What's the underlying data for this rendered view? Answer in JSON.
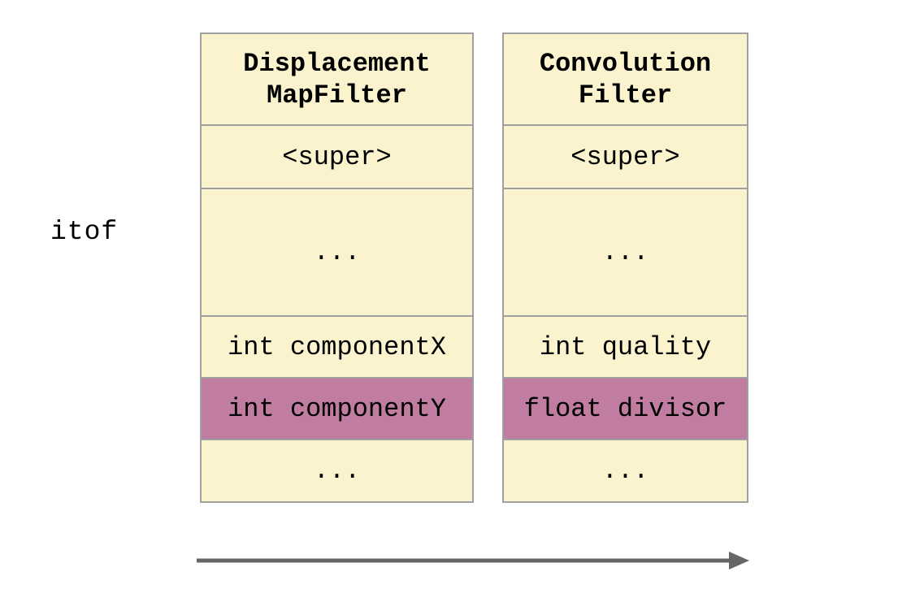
{
  "label": {
    "text": "itof"
  },
  "tables": [
    {
      "title_lines": [
        "Displacement",
        "MapFilter"
      ],
      "rows": [
        {
          "text": "<super>",
          "highlighted": false
        },
        {
          "text": "...",
          "highlighted": false
        },
        {
          "text": "int componentX",
          "highlighted": false
        },
        {
          "text": "int componentY",
          "highlighted": true
        },
        {
          "text": "...",
          "highlighted": false
        }
      ]
    },
    {
      "title_lines": [
        "Convolution",
        "Filter"
      ],
      "rows": [
        {
          "text": "<super>",
          "highlighted": false
        },
        {
          "text": "...",
          "highlighted": false
        },
        {
          "text": "int quality",
          "highlighted": false
        },
        {
          "text": "float divisor",
          "highlighted": true
        },
        {
          "text": "...",
          "highlighted": false
        }
      ]
    }
  ],
  "arrow": {
    "direction": "right"
  },
  "colors": {
    "page-bg": "#ffffff",
    "cell-bg": "#faf3cd",
    "highlight-bg": "#c17ca2",
    "border": "#a0a0a0",
    "arrow": "#666666",
    "text": "#000000"
  }
}
